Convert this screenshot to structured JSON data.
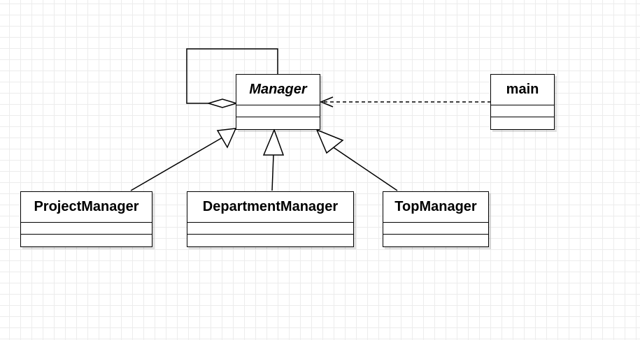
{
  "diagram": {
    "classes": {
      "manager": {
        "name": "Manager",
        "abstract": true
      },
      "main": {
        "name": "main"
      },
      "project_manager": {
        "name": "ProjectManager"
      },
      "department_manager": {
        "name": "DepartmentManager"
      },
      "top_manager": {
        "name": "TopManager"
      }
    },
    "relationships": [
      {
        "type": "aggregation",
        "from": "Manager",
        "to": "Manager"
      },
      {
        "type": "dependency",
        "from": "main",
        "to": "Manager"
      },
      {
        "type": "generalization",
        "from": "ProjectManager",
        "to": "Manager"
      },
      {
        "type": "generalization",
        "from": "DepartmentManager",
        "to": "Manager"
      },
      {
        "type": "generalization",
        "from": "TopManager",
        "to": "Manager"
      }
    ],
    "colors": {
      "stroke": "#000000",
      "background": "#ffffff",
      "grid": "#ececec"
    }
  }
}
